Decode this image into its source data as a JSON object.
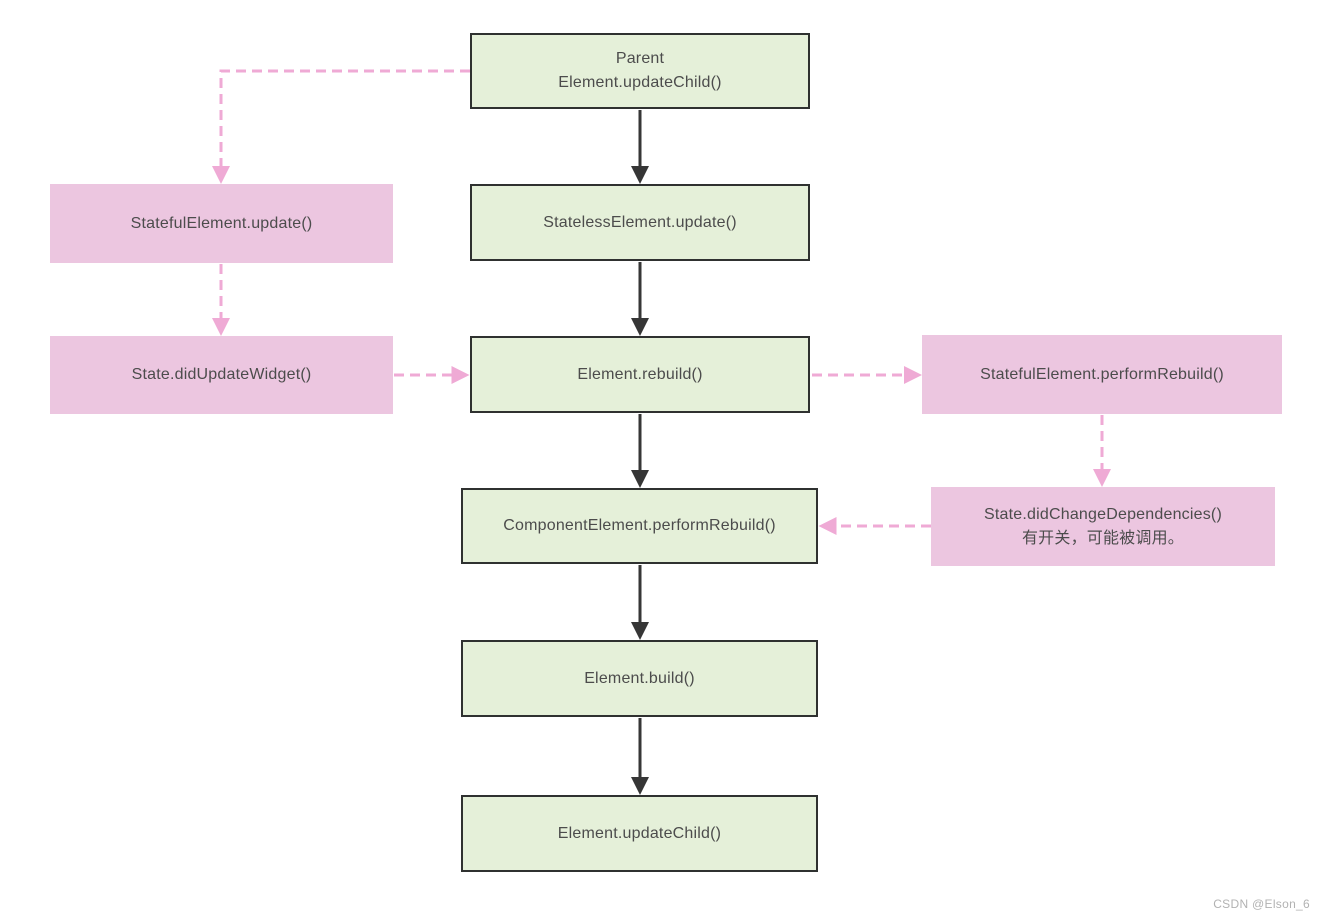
{
  "diagram": {
    "nodes": {
      "parent_update_child": {
        "label": "Parent\nElement.updateChild()",
        "type": "green"
      },
      "stateless_update": {
        "label": "StatelessElement.update()",
        "type": "green"
      },
      "element_rebuild": {
        "label": "Element.rebuild()",
        "type": "green"
      },
      "component_perform_rebuild": {
        "label": "ComponentElement.performRebuild()",
        "type": "green"
      },
      "element_build": {
        "label": "Element.build()",
        "type": "green"
      },
      "element_update_child": {
        "label": "Element.updateChild()",
        "type": "green"
      },
      "stateful_update": {
        "label": "StatefulElement.update()",
        "type": "pink"
      },
      "state_did_update_widget": {
        "label": "State.didUpdateWidget()",
        "type": "pink"
      },
      "stateful_perform_rebuild": {
        "label": "StatefulElement.performRebuild()",
        "type": "pink"
      },
      "state_did_change_dependencies": {
        "label": "State.didChangeDependencies()\n有开关，可能被调用。",
        "type": "pink"
      }
    },
    "edges": [
      {
        "from": "parent_update_child",
        "to": "stateless_update",
        "style": "solid"
      },
      {
        "from": "stateless_update",
        "to": "element_rebuild",
        "style": "solid"
      },
      {
        "from": "element_rebuild",
        "to": "component_perform_rebuild",
        "style": "solid"
      },
      {
        "from": "component_perform_rebuild",
        "to": "element_build",
        "style": "solid"
      },
      {
        "from": "element_build",
        "to": "element_update_child",
        "style": "solid"
      },
      {
        "from": "parent_update_child",
        "to": "stateful_update",
        "style": "dashed"
      },
      {
        "from": "stateful_update",
        "to": "state_did_update_widget",
        "style": "dashed"
      },
      {
        "from": "state_did_update_widget",
        "to": "element_rebuild",
        "style": "dashed"
      },
      {
        "from": "element_rebuild",
        "to": "stateful_perform_rebuild",
        "style": "dashed"
      },
      {
        "from": "stateful_perform_rebuild",
        "to": "state_did_change_dependencies",
        "style": "dashed"
      },
      {
        "from": "state_did_change_dependencies",
        "to": "component_perform_rebuild",
        "style": "dashed"
      }
    ],
    "colors": {
      "green_fill": "#e5f0d9",
      "green_border": "#2f3130",
      "pink_fill": "#ecc6e0",
      "dashed_arrow": "#efaad5",
      "solid_arrow": "#363636",
      "text": "#4c4c4c",
      "watermark": "#b2b2b2",
      "bg": "#ffffff"
    },
    "watermark": "CSDN @Elson_6"
  }
}
